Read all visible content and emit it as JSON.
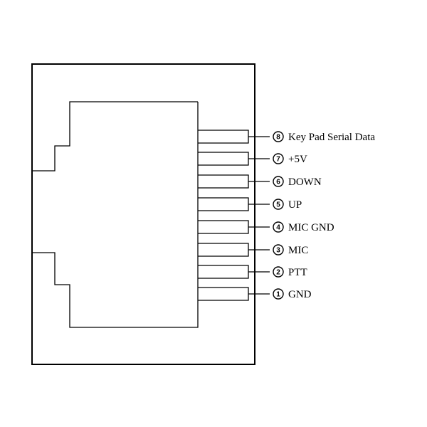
{
  "pins": [
    {
      "number": "8",
      "label": "Key Pad Serial Data"
    },
    {
      "number": "7",
      "label": "+5V"
    },
    {
      "number": "6",
      "label": "DOWN"
    },
    {
      "number": "5",
      "label": "UP"
    },
    {
      "number": "4",
      "label": "MIC GND"
    },
    {
      "number": "3",
      "label": "MIC"
    },
    {
      "number": "2",
      "label": "PTT"
    },
    {
      "number": "1",
      "label": "GND"
    }
  ]
}
